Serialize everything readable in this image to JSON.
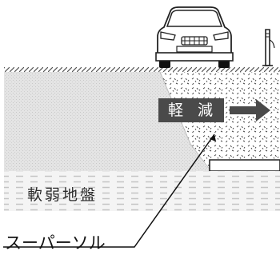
{
  "labels": {
    "reduction": "軽 減",
    "soft_ground": "軟弱地盤",
    "product_name": "スーパーソル"
  },
  "icons": {
    "vehicle": "car-front-icon",
    "post": "guard-post-icon",
    "direction": "arrow-right-icon"
  },
  "colors": {
    "soil_fill": "#e2e2e2",
    "soft_ground_fill": "#f2f2f2",
    "label_box": "#4a4a4a",
    "line": "#222222"
  }
}
